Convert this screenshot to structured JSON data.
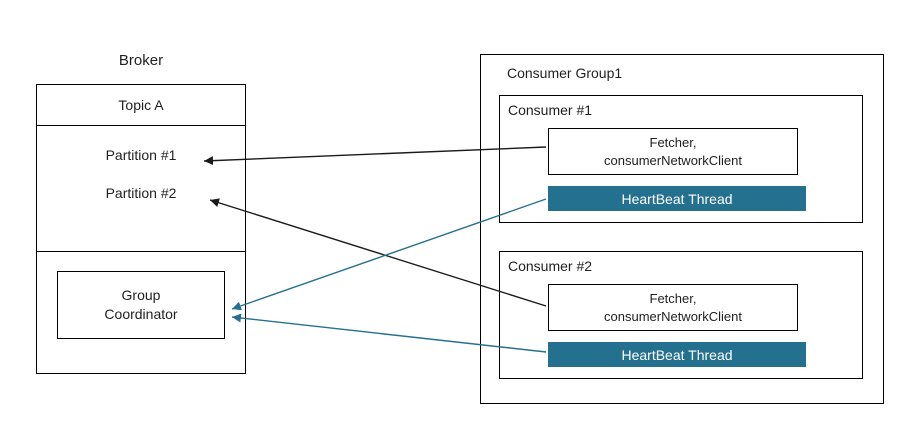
{
  "diagram": {
    "broker": {
      "label": "Broker",
      "topic": "Topic A",
      "partitions": [
        "Partition #1",
        "Partition #2"
      ],
      "coordinator": "Group\nCoordinator"
    },
    "consumer_group": {
      "label": "Consumer Group1",
      "consumers": [
        {
          "label": "Consumer #1",
          "fetcher": "Fetcher,\nconsumerNetworkClient",
          "heartbeat": "HeartBeat Thread"
        },
        {
          "label": "Consumer #2",
          "fetcher": "Fetcher,\nconsumerNetworkClient",
          "heartbeat": "HeartBeat Thread"
        }
      ]
    },
    "connections": [
      {
        "from": "consumer-1-fetcher",
        "to": "partition-1",
        "color": "black"
      },
      {
        "from": "consumer-2-fetcher",
        "to": "partition-2",
        "color": "black"
      },
      {
        "from": "consumer-1-heartbeat",
        "to": "group-coordinator",
        "color": "teal"
      },
      {
        "from": "consumer-2-heartbeat",
        "to": "group-coordinator",
        "color": "teal"
      }
    ]
  },
  "colors": {
    "heartbeat_fill": "#24708f",
    "heartbeat_text": "#ffffff",
    "arrow_black": "#1a1a1a"
  }
}
